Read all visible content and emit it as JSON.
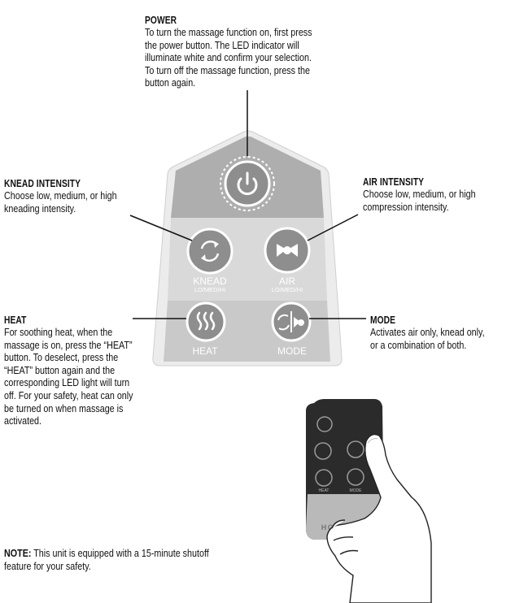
{
  "callouts": {
    "power": {
      "title": "POWER",
      "description": "To turn the massage function on, first press\nthe power button. The LED indicator will\nilluminate white and confirm your selection.\nTo turn off the massage function, press the\nbutton again."
    },
    "knead": {
      "title": "KNEAD INTENSITY",
      "description": "Choose low, medium, or high\nkneading intensity."
    },
    "air": {
      "title": "AIR INTENSITY",
      "description": "Choose low, medium, or high\ncompression intensity."
    },
    "heat": {
      "title": "HEAT",
      "description": "For soothing heat, when the\nmassage is on, press the “HEAT”\nbutton. To deselect, press the\n“HEAT” button again and the\ncorresponding LED light will turn\noff. For your safety, heat can only\nbe turned on when massage is\nactivated."
    },
    "mode": {
      "title": "MODE",
      "description": "Activates air only, knead only,\nor a combination of both."
    }
  },
  "note": {
    "label": "NOTE:",
    "text": " This unit is equipped with a 15-minute shutoff\nfeature for your safety."
  },
  "remote_panel": {
    "knead_label": "KNEAD",
    "knead_sub": "LO/MED/HI",
    "air_label": "AIR",
    "air_sub": "LO/MED/HI",
    "heat_label": "HEAT",
    "mode_label": "MODE"
  },
  "small_remote": {
    "brand": "HOMEDICS",
    "heat_label": "HEAT",
    "mode_label": "MODE"
  },
  "colors": {
    "panel_top": "#aeaeae",
    "panel_mid": "#d9d9d9",
    "panel_bottom": "#c9c9c9",
    "button": "#8e8e8e",
    "remote_body": "#2b2b2b"
  }
}
